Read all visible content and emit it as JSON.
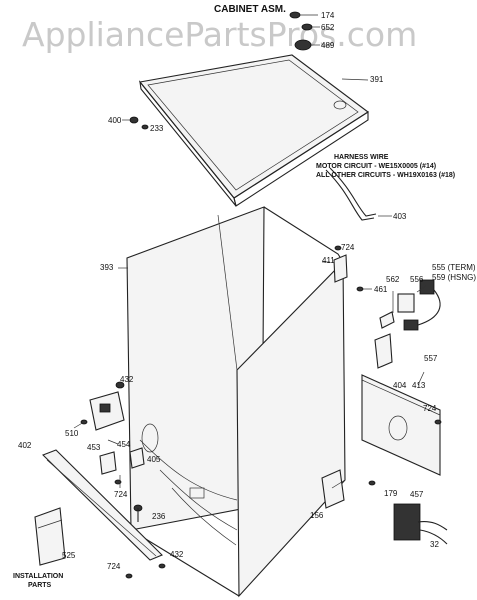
{
  "watermark": "AppliancePartsPros.com",
  "title": "CABINET ASM.",
  "harness": {
    "line1": "HARNESS WIRE",
    "line2": "MOTOR CIRCUIT - WE15X0005 (#14)",
    "line3": "ALL OTHER CIRCUITS - WH19X0163 (#18)"
  },
  "callouts": {
    "p174": "174",
    "p652": "652",
    "p489": "489",
    "p391": "391",
    "p400": "400",
    "p233": "233",
    "p403": "403",
    "p393": "393",
    "p411": "411",
    "p724a": "724",
    "p461": "461",
    "p562": "562",
    "p556": "556",
    "p555": "555 (TERM)",
    "p559": "559 (HSNG)",
    "p557": "557",
    "p404": "404",
    "p413": "413",
    "p724b": "724",
    "p432a": "432",
    "p510": "510",
    "p454": "454",
    "p453": "453",
    "p405": "405",
    "p402": "402",
    "p724c": "724",
    "p236": "236",
    "p156": "156",
    "p179": "179",
    "p457": "457",
    "p32": "32",
    "p525": "525",
    "p724d": "724",
    "p432b": "432",
    "install1": "INSTALLATION",
    "install2": "PARTS"
  }
}
